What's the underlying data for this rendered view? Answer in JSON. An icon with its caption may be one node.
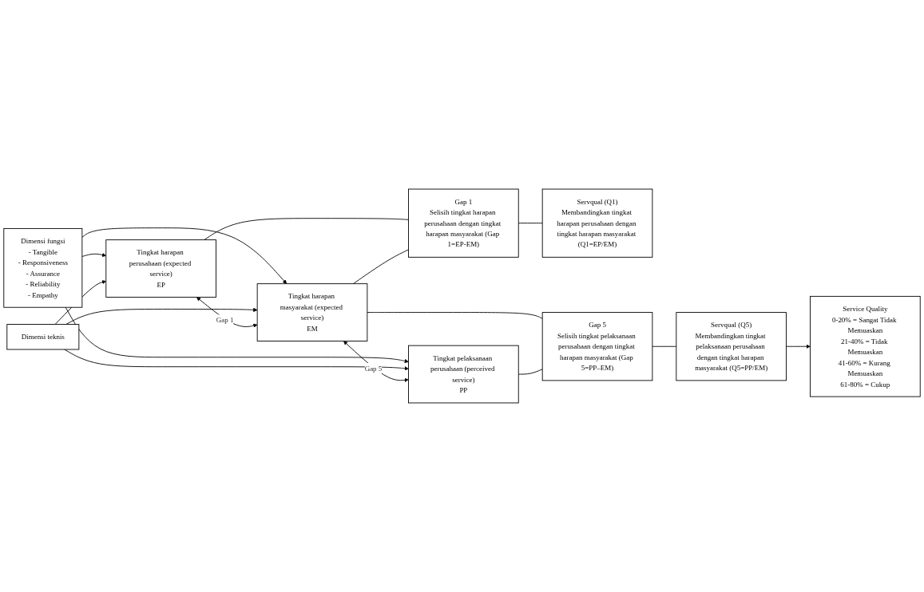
{
  "diagram": {
    "nodes": [
      {
        "text": [
          "Dimensi fungsi",
          "- Tangible",
          "- Responsiveness",
          "- Assurance",
          "- Reliability",
          "- Empathy"
        ]
      },
      {
        "text": [
          "Dimensi teknis"
        ]
      },
      {
        "text": [
          "Tingkat harapan perusahaan (expected service)",
          "EP"
        ]
      },
      {
        "text": [
          "Tingkat harapan masyarakat (expected service)",
          "EM"
        ]
      },
      {
        "text": [
          "Tingkat pelaksanaan perusahaan (perceived service)",
          "PP"
        ]
      },
      {
        "text": [
          "Gap 1",
          "Selisih tingkat harapan perusahaan dengan tingkat harapan masyarakat (Gap 1=EP-EM)"
        ]
      },
      {
        "text": [
          "Servqual (Q1)",
          "Membandingkan tingkat harapan perusahaan dengan tingkat harapan masyarakat (Q1=EP/EM)"
        ]
      },
      {
        "text": [
          "Gap 5",
          "Selisih tingkat pelaksanaan perusahaan dengan tingkat harapan masyarakat (Gap 5=PP–EM)"
        ]
      },
      {
        "text": [
          "Servqual (Q5)",
          "Membandingkan tingkat pelaksanaan perusahaan dengan tingkat harapan masyarakat (Q5=PP/EM)"
        ]
      },
      {
        "text": [
          "Service Quality",
          "0-20% = Sangat Tidak Memuaskan",
          "21-40% = Tidak Memuaskan",
          "41-60% = Kurang Memuaskan",
          "61-80% = Cukup"
        ]
      }
    ],
    "edges": [
      {
        "from": 0,
        "to": 2,
        "arrow": "to"
      },
      {
        "from": 0,
        "to": 3,
        "arrow": "to"
      },
      {
        "from": 0,
        "to": 4,
        "arrow": "to"
      },
      {
        "from": 1,
        "to": 2,
        "arrow": "to"
      },
      {
        "from": 1,
        "to": 3,
        "arrow": "to"
      },
      {
        "from": 1,
        "to": 4,
        "arrow": "to"
      },
      {
        "from": 2,
        "to": 3,
        "arrow": "both",
        "label": "Gap 1"
      },
      {
        "from": 3,
        "to": 4,
        "arrow": "both",
        "label": "Gap 5"
      },
      {
        "from": 2,
        "to": 5,
        "arrow": "none"
      },
      {
        "from": 3,
        "to": 5,
        "arrow": "none"
      },
      {
        "from": 3,
        "to": 7,
        "arrow": "none"
      },
      {
        "from": 4,
        "to": 7,
        "arrow": "none"
      },
      {
        "from": 5,
        "to": 6,
        "arrow": "none"
      },
      {
        "from": 7,
        "to": 8,
        "arrow": "none"
      },
      {
        "from": 8,
        "to": 9,
        "arrow": "to"
      }
    ]
  }
}
